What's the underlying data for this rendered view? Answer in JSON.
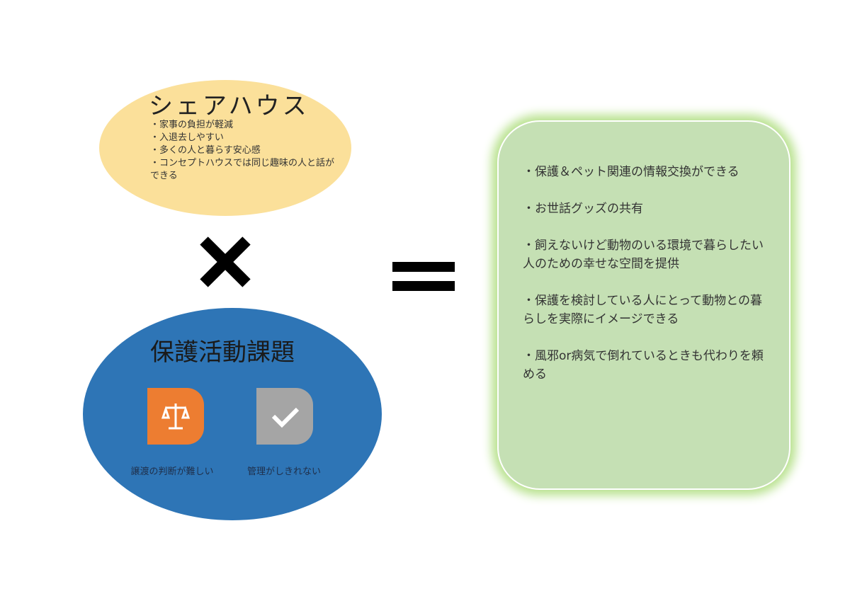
{
  "share_house": {
    "title": "シェアハウス",
    "items": [
      "・家事の負担が軽減",
      "・入退去しやすい",
      "・多くの人と暮らす安心感",
      "・コンセプトハウスでは同じ趣味の人と話ができる"
    ]
  },
  "operator_times": "×",
  "issues": {
    "title": "保護活動課題",
    "items": [
      {
        "icon": "scale-icon",
        "label": "譲渡の判断が難しい",
        "color": "#ed7d31"
      },
      {
        "icon": "check-icon",
        "label": "管理がしきれない",
        "color": "#a5a5a5"
      }
    ]
  },
  "operator_equals": "=",
  "result": {
    "items": [
      "・保護＆ペット関連の情報交換ができる",
      "・お世話グッズの共有",
      "・飼えないけど動物のいる環境で暮らしたい人のための幸せな空間を提供",
      "・保護を検討している人にとって動物との暮らしを実際にイメージできる",
      "・風邪or病気で倒れているときも代わりを頼める"
    ]
  }
}
